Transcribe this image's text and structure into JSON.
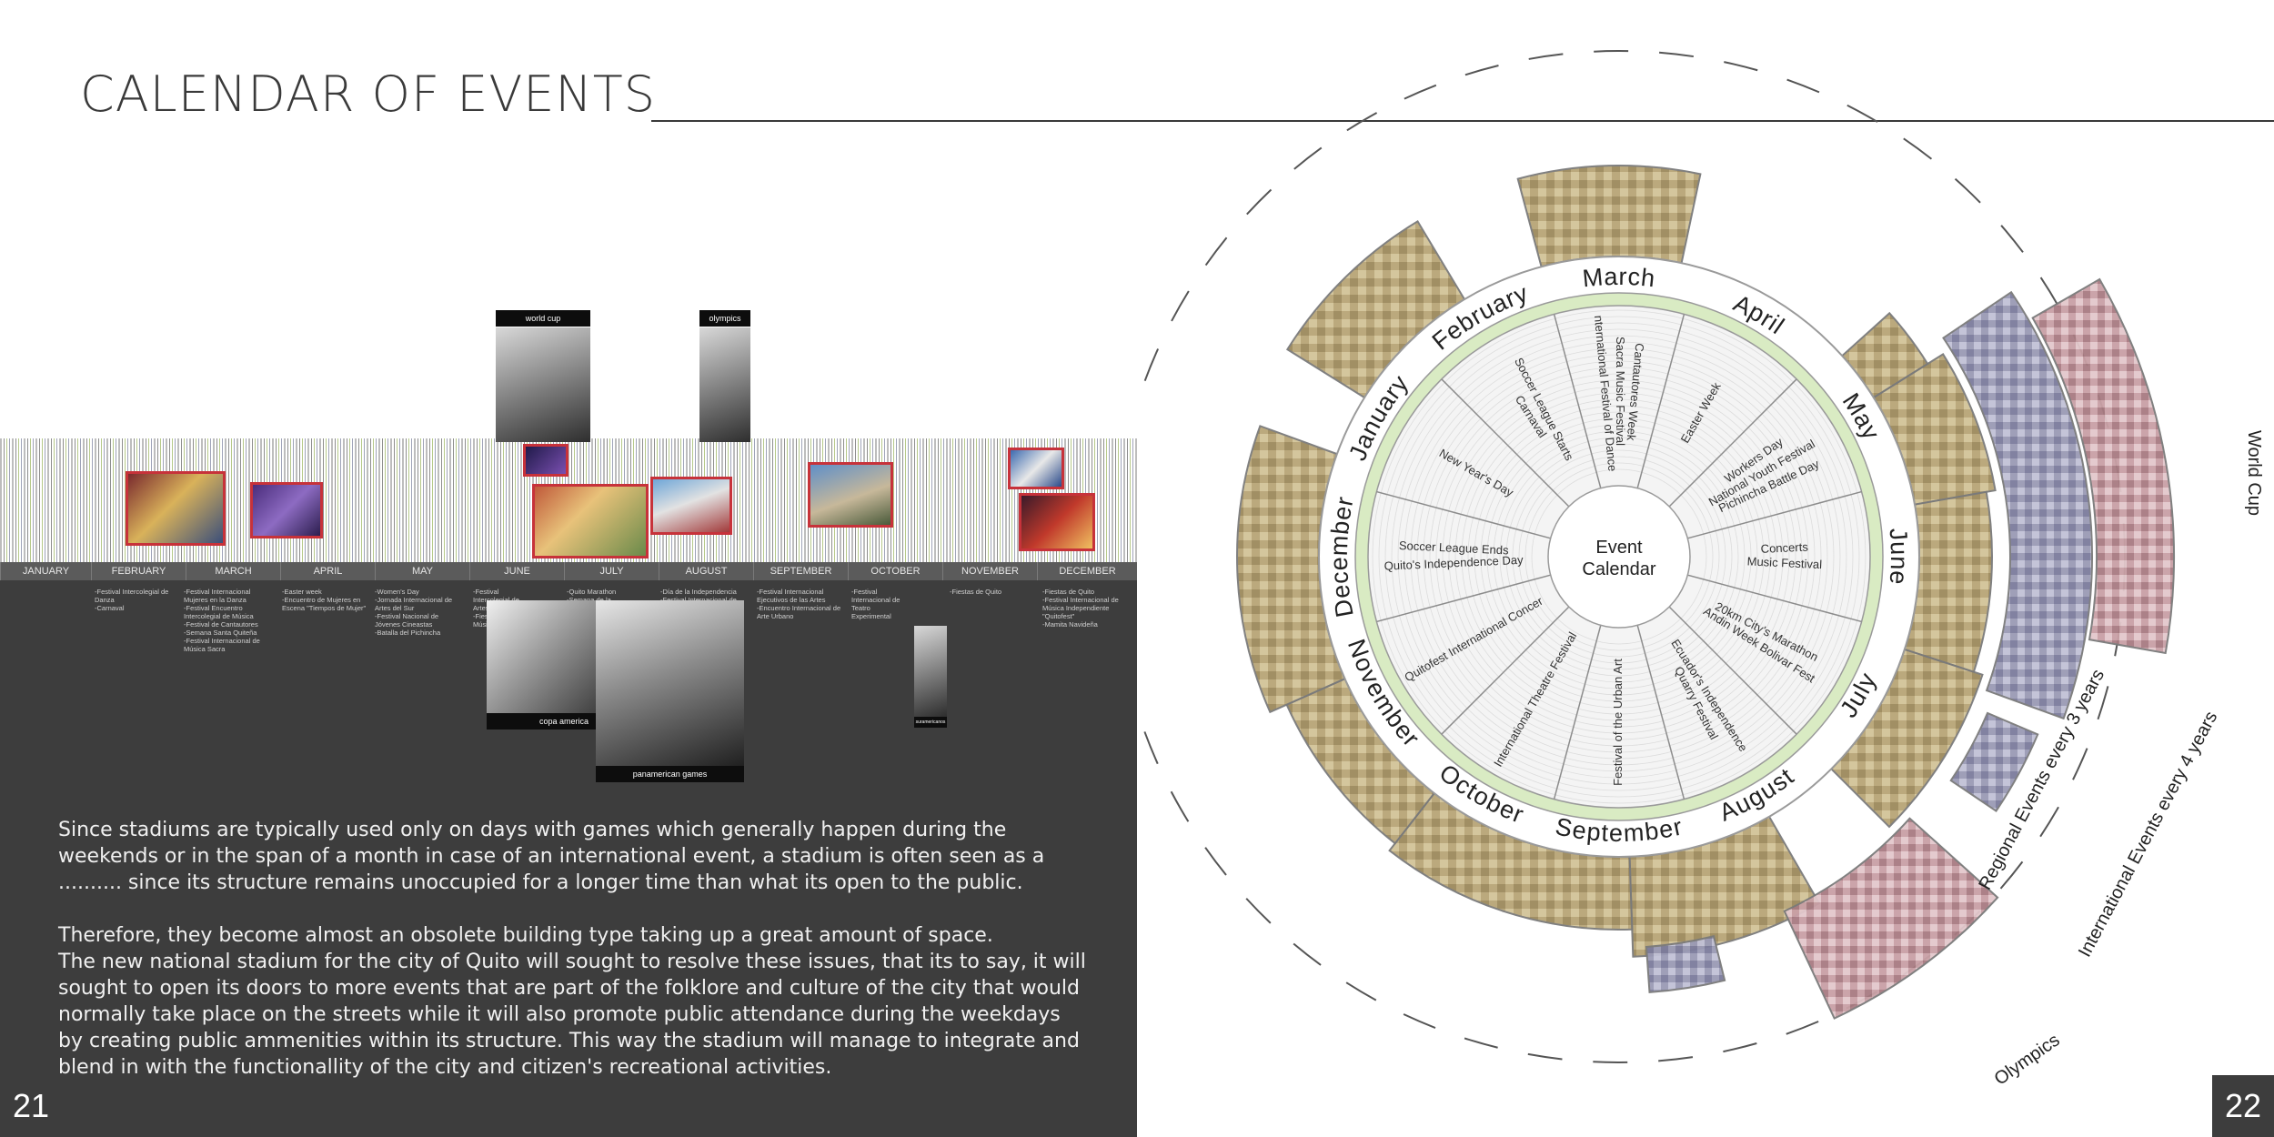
{
  "title": "CALENDAR OF EVENTS",
  "months": [
    "JANUARY",
    "FEBRUARY",
    "MARCH",
    "APRIL",
    "MAY",
    "JUNE",
    "JULY",
    "AUGUST",
    "SEPTEMBER",
    "OCTOBER",
    "NOVEMBER",
    "DECEMBER"
  ],
  "timeline_events": [
    "",
    "-Festival Intercolegial de Danza\n-Carnaval",
    "-Festival Internacional Mujeres en la Danza\n-Festival Encuentro Intercolegial de Música\n-Festival de Cantautores\n-Semana Santa Quiteña\n-Festival Internacional de Música Sacra",
    "-Easter week\n-Encuentro de Mujeres en Escena \"Tiempos de Mujer\"",
    "-Women's Day\n-Jornada Internacional de Artes del Sur\n-Festival Nacional de Jóvenes Cineastas\n-Batalla del Pichincha",
    "-Festival Intercolegial de Artes Escénicas\n-Fiesta de la Música",
    "-Quito Marathon\n-Semana de la Identidad\n-Festival Internacional de Teatro\n-Expoartesanías",
    "-Día de la Independencia\n-Festival Internacional de Artes Vivas",
    "-Festival Internacional Ejecutivos de las Artes\n-Encuentro Internacional de Arte Urbano",
    "-Festival Internacional de Teatro Experimental",
    "-Fiestas de Quito",
    "-Fiestas de Quito\n-Festival Internacional de Música Independiente \"Quitofest\"\n-Mamita Navideña"
  ],
  "photo_tags": {
    "world_cup": "world cup",
    "olympics": "olympics",
    "copa_america": "copa america",
    "panamerican": "panamerican games",
    "suramericano": "suramericanos"
  },
  "paragraphs": [
    "Since stadiums are typically used only on days with games which generally happen during the\nweekends or in the span of a month in case of an international event, a stadium is often seen as a\n.......... since its structure remains unoccupied for a longer time than what its open to the public.",
    "Therefore, they become almost an obsolete building type taking up a great amount of space.\nThe new national stadium for the city of Quito will sought to resolve these issues, that its to say, it will\nsought to open its doors to more events that are part of the folklore and culture of the city that would\nnormally take place on the streets while it will also promote public attendance during the weekdays\nby creating public ammenities within its structure. This way the stadium will manage to integrate and\nblend in with the functionallity of the city and citizen's recreational activities."
  ],
  "page_left": "21",
  "page_right": "22",
  "wheel": {
    "center": [
      "Event",
      "Calendar"
    ],
    "months": [
      "January",
      "February",
      "March",
      "April",
      "May",
      "June",
      "July",
      "August",
      "September",
      "October",
      "November",
      "December"
    ],
    "events": [
      [
        "New Year's Day"
      ],
      [
        "Carnaval",
        "Soccer League Starts"
      ],
      [
        "International Festival of Dance",
        "Sacra Music Festival",
        "Cantautores Week"
      ],
      [
        "Easter Week"
      ],
      [
        "Workers Day",
        "National Youth Festival",
        "Pichincha Battle Day"
      ],
      [
        "Concerts",
        "Music Festival"
      ],
      [
        "20km City's Marathon",
        "Andin Week Bolivar Fest"
      ],
      [
        "Ecuador's Independence",
        "Quarry Festival"
      ],
      [
        "Festival of the Urban Art"
      ],
      [
        "International Theatre Festival"
      ],
      [
        "Quitofest International Concert"
      ],
      [
        "Quito's Independence Day",
        "Soccer League Ends"
      ]
    ],
    "outer_labels": {
      "world_cup": "World Cup",
      "regional": "Regional Events every 3 years",
      "international": "International Events every 4 years",
      "olympics": "Olympics"
    }
  },
  "colors": {
    "dark_panel": "#3d3d3d",
    "accent_red": "#c7323a",
    "wheel_green": "#d9ebc3",
    "sepia": "#b8a577"
  }
}
